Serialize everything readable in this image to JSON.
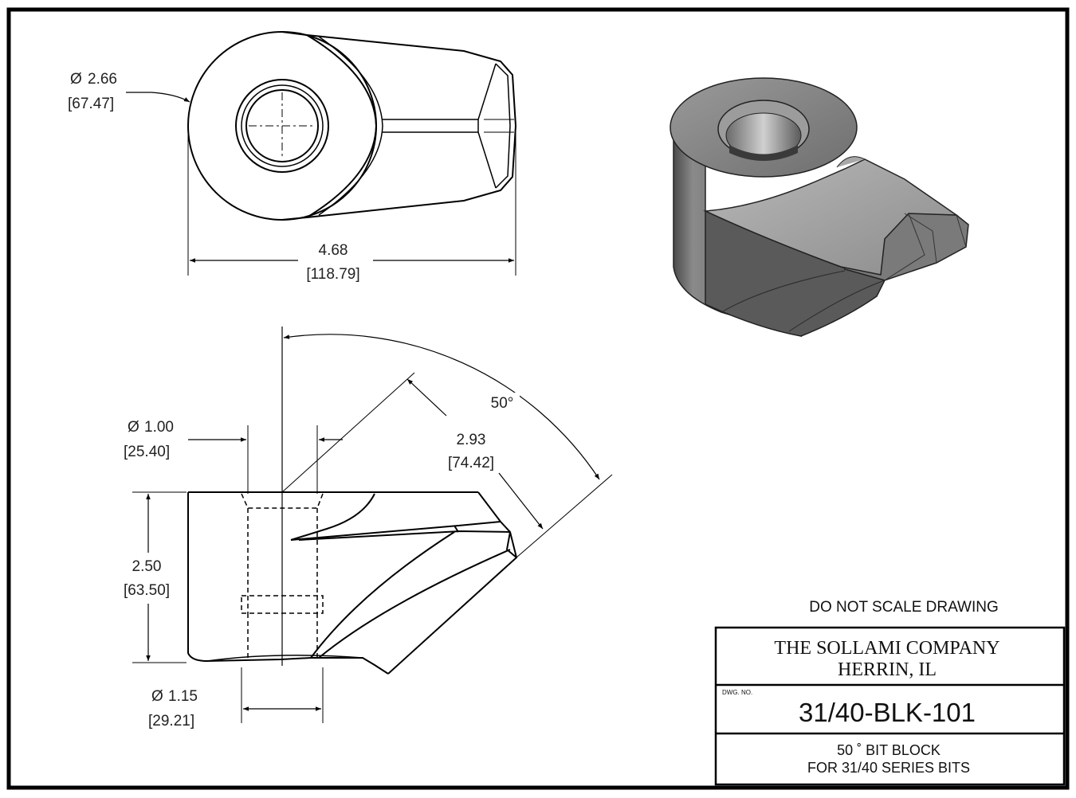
{
  "dimensions": {
    "top_diameter": {
      "symbol": "Ø",
      "value": "2.66",
      "metric": "[67.47]"
    },
    "overall_length": {
      "value": "4.68",
      "metric": "[118.79]"
    },
    "angle": {
      "value": "50°"
    },
    "face_length": {
      "value": "2.93",
      "metric": "[74.42]"
    },
    "bore_diameter": {
      "symbol": "Ø",
      "value": "1.00",
      "metric": "[25.40]"
    },
    "height": {
      "value": "2.50",
      "metric": "[63.50]"
    },
    "counterbore_diameter": {
      "symbol": "Ø",
      "value": "1.15",
      "metric": "[29.21]"
    }
  },
  "notes": {
    "scale_note": "DO NOT SCALE DRAWING"
  },
  "title_block": {
    "company": "THE SOLLAMI COMPANY",
    "location": "HERRIN, IL",
    "dwg_label": "DWG. NO.",
    "dwg_number": "31/40-BLK-101",
    "description_line1": "50 ˚ BIT BLOCK",
    "description_line2": "FOR 31/40 SERIES BITS"
  }
}
